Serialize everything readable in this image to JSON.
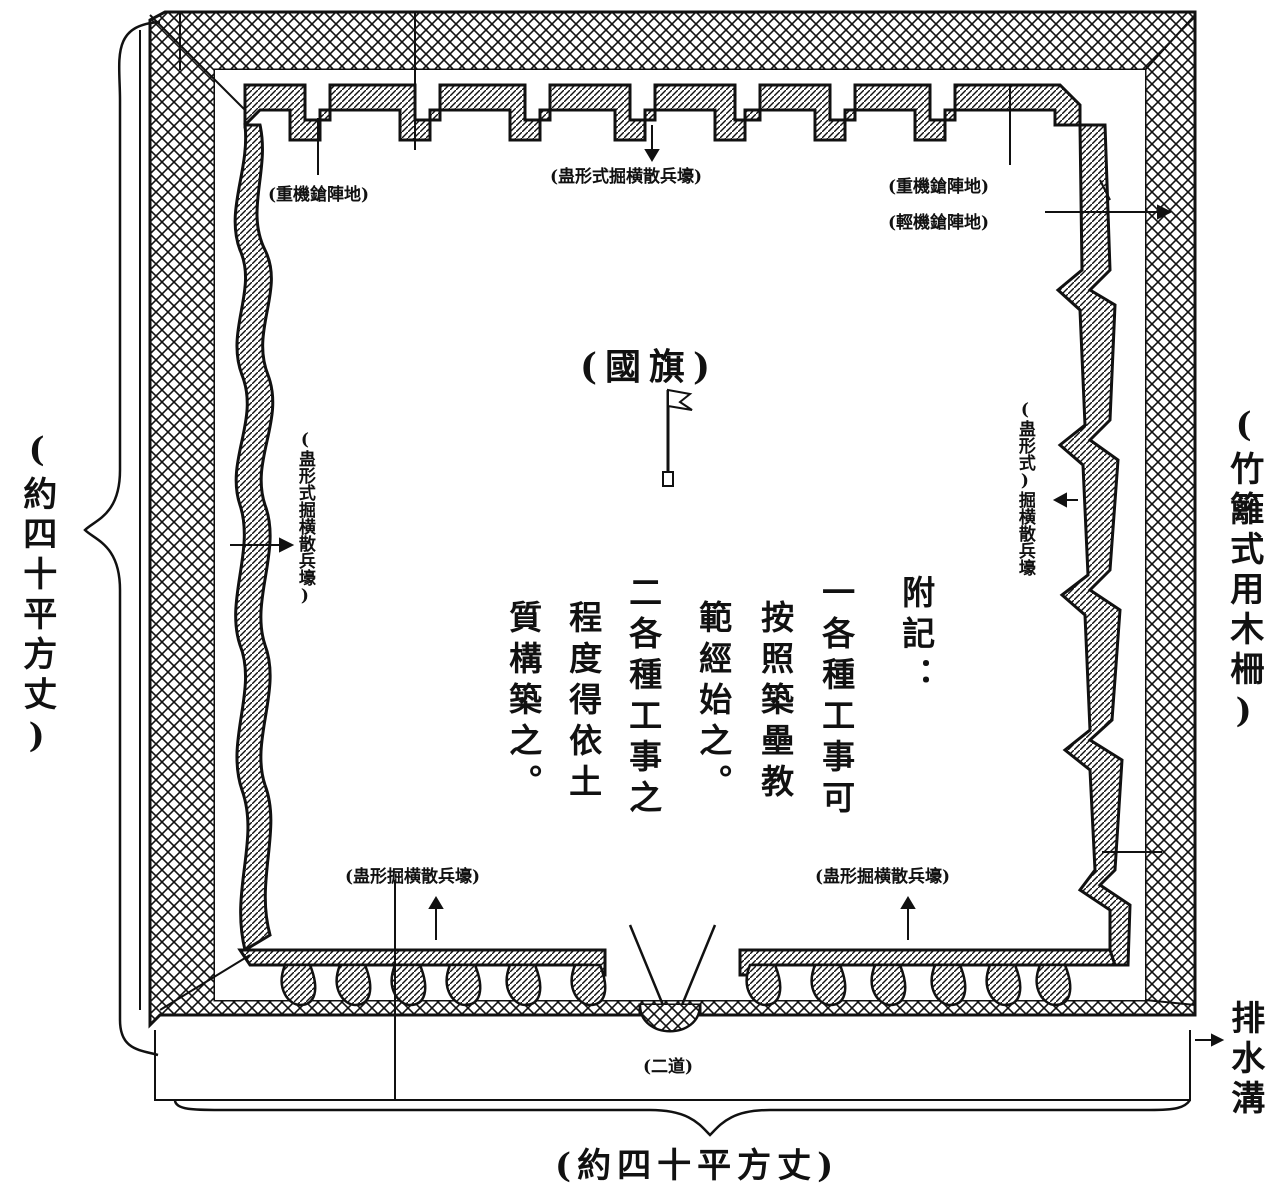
{
  "labels": {
    "top_center": "(蛊形式掘横散兵壕)",
    "top_left": "(重機鎗陣地)",
    "top_right_1": "(重機鎗陣地)",
    "top_right_2": "(輕機鎗陣地)",
    "flag": "(國旗)",
    "left_inner": "(蛊形式掘横散兵壕)",
    "right_inner": "(蛊形式)掘横散兵壕",
    "bottom_left": "(蛊形掘横散兵壕)",
    "bottom_right": "(蛊形掘横散兵壕)",
    "left_dimension": "(約四十平方丈)",
    "right_side": "(竹籬式用木柵)",
    "bottom_dimension": "(約四十平方丈)",
    "drain": "排水溝",
    "gate": "(二道)"
  },
  "notes": {
    "title": "附記：",
    "line1": "一各種工事可",
    "line2": "按照築壘教",
    "line3": "範經始之。",
    "line4": "二各種工事之",
    "line5": "程度得依土",
    "line6": "質構築之。"
  },
  "colors": {
    "ink": "#111111",
    "paper": "#ffffff"
  }
}
